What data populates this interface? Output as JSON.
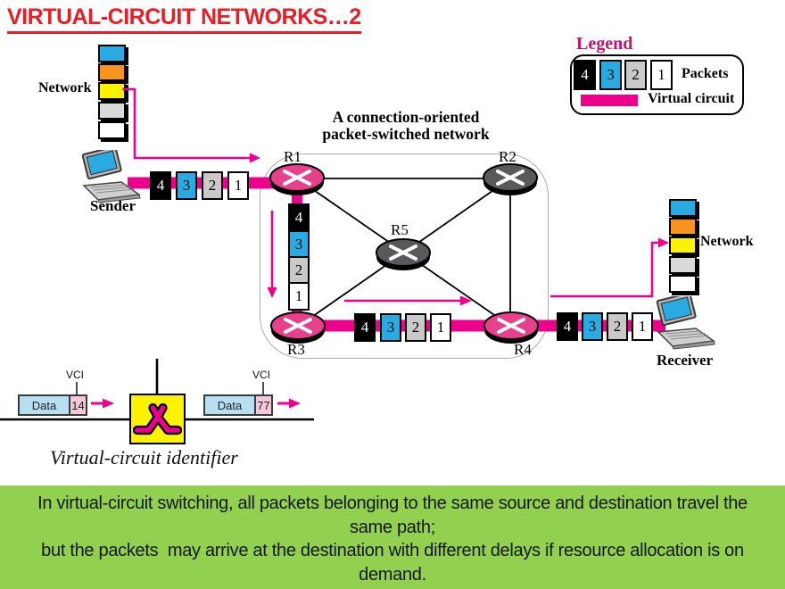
{
  "title": "VIRTUAL-CIRCUIT NETWORKS…2",
  "legend": {
    "heading": "Legend",
    "packets_label": "Packets",
    "virtual_circuit_label": "Virtual circuit"
  },
  "packets": {
    "sequence": [
      "4",
      "3",
      "2",
      "1"
    ]
  },
  "cloud": {
    "caption_line1": "A connection-oriented",
    "caption_line2": "packet-switched network",
    "routers": {
      "r1": "R1",
      "r2": "R2",
      "r3": "R3",
      "r4": "R4",
      "r5": "R5"
    }
  },
  "endpoints": {
    "sender_label": "Sender",
    "receiver_label": "Receiver",
    "network_label_left": "Network",
    "network_label_right": "Network"
  },
  "vci": {
    "vci_label_left": "VCI",
    "vci_label_right": "VCI",
    "data_label_left": "Data",
    "data_label_right": "Data",
    "vci_value_in": "14",
    "vci_value_out": "77",
    "caption": "Virtual-circuit identifier"
  },
  "banner": {
    "lines": [
      "In virtual-circuit switching, all packets belonging to the same source and destination travel the",
      "same path;",
      "but the packets  may arrive at the destination with different delays if resource allocation is on",
      "demand."
    ]
  },
  "colors": {
    "magenta": "#EC008C",
    "router_pink": "#E8418C",
    "router_gray": "#58595B",
    "packet4_bg": "#000000",
    "packet3_bg": "#29ABE2",
    "packet2_bg": "#C9C9C9",
    "packet1_bg": "#FFFFFF",
    "stack_blue": "#29ABE2",
    "stack_orange": "#F7941D",
    "stack_yellow": "#FFF200",
    "stack_gray": "#D9D9D9",
    "stack_white": "#FFFFFF",
    "banner_bg": "#92D050",
    "banner_text": "#161616",
    "title_red": "#E91D25",
    "legend_heading": "#C4166E",
    "data_box_blue": "#B8DFF0",
    "vci_box_pink": "#F6C6D9",
    "switch_yellow": "#FFF200"
  }
}
